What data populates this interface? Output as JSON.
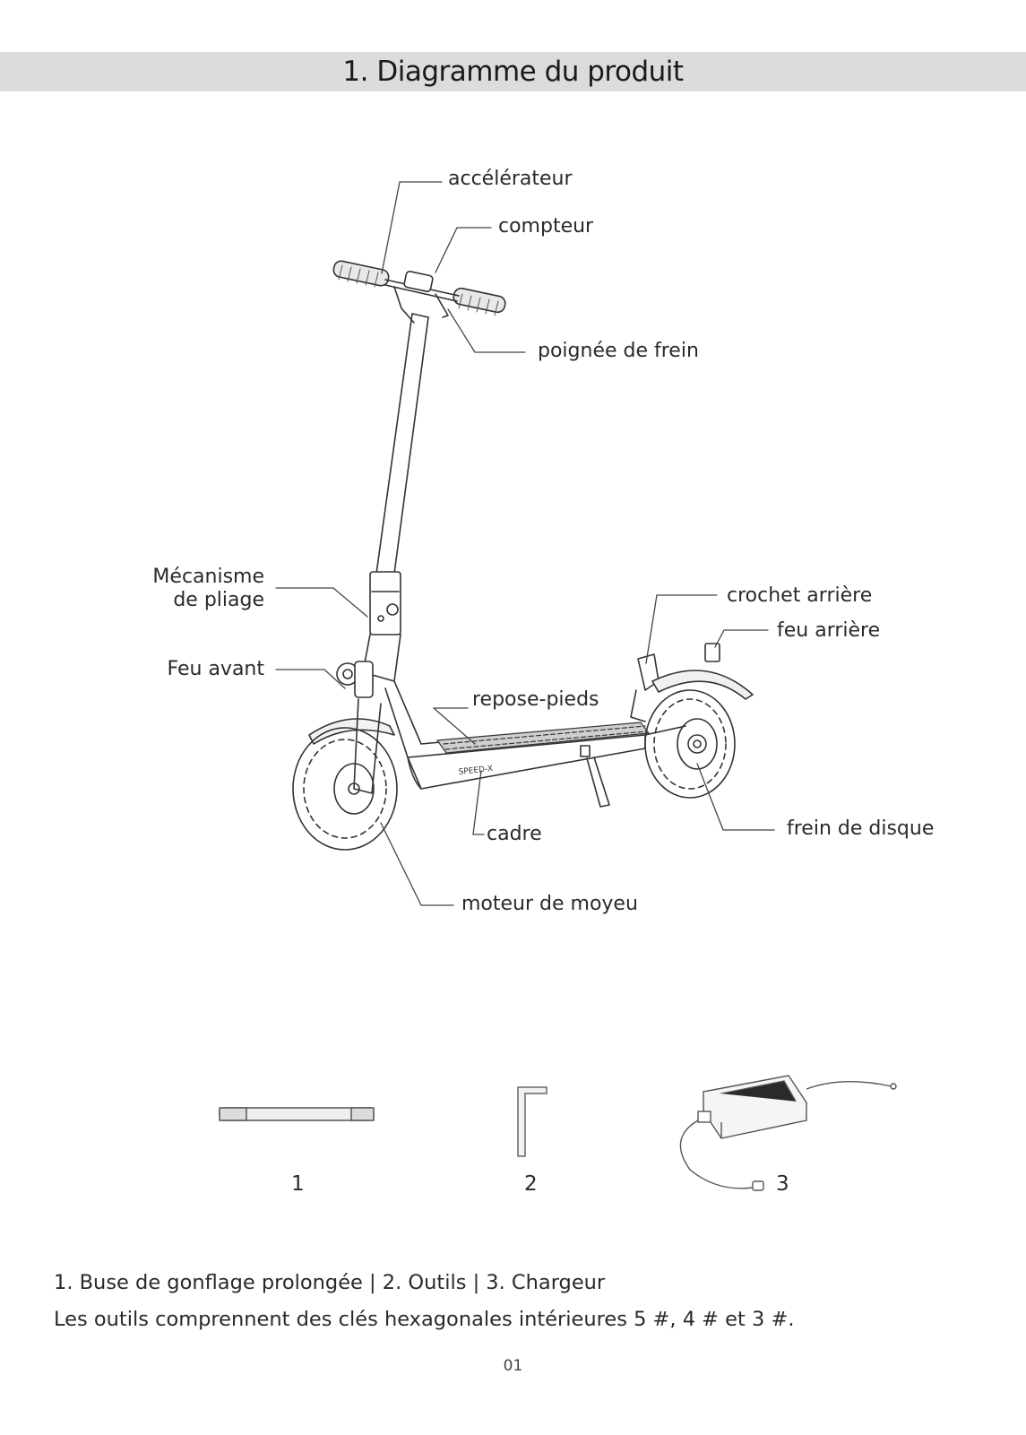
{
  "title": "1. Diagramme du produit",
  "labels": {
    "accelerateur": "accélérateur",
    "compteur": "compteur",
    "poignee_frein": "poignée de frein",
    "mecanisme_line1": "Mécanisme",
    "mecanisme_line2": "de pliage",
    "crochet_arriere": "crochet arrière",
    "feu_arriere": "feu arrière",
    "feu_avant": "Feu avant",
    "repose_pieds": "repose-pieds",
    "frein_disque": "frein de disque",
    "cadre": "cadre",
    "moteur_moyeu": "moteur de moyeu"
  },
  "accessories": {
    "item1_number": "1",
    "item2_number": "2",
    "item3_number": "3"
  },
  "caption": {
    "line1": "1. Buse de gonflage prolongée | 2. Outils | 3. Chargeur",
    "line2": "Les outils comprennent des clés hexagonales intérieures 5 #, 4 # et 3 #."
  },
  "page_number": "01"
}
